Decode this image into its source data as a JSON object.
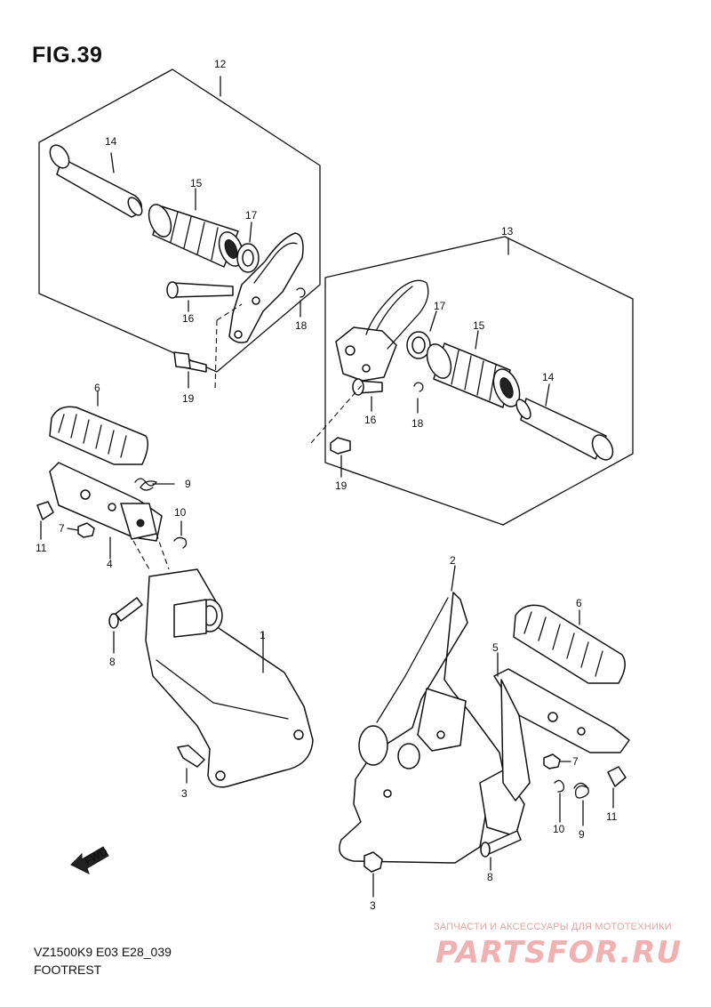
{
  "figure": {
    "title": "FIG.39",
    "code": "VZ1500K9 E03 E28_039",
    "caption": "FOOTREST"
  },
  "watermark": {
    "tagline": "ЗАПЧАСТИ И АКСЕССУАРЫ ДЛЯ МОТОТЕХНИКИ",
    "logo": "PARTSFOR.RU",
    "color": "#efb1b1"
  },
  "fwd_label": "FWD",
  "callouts": {
    "kit_left": "12",
    "kit_right": "13",
    "l_shaft": "14",
    "l_rubber": "15",
    "l_washer": "17",
    "l_pin": "16",
    "l_clip": "18",
    "l_bolt": "19",
    "r_washer": "17",
    "r_rubber": "15",
    "r_shaft": "14",
    "r_pin": "16",
    "r_clip": "18",
    "r_bolt": "19",
    "l_footrest_rubber": "6",
    "l_spring": "9",
    "l_stopper": "10",
    "l_ball": "11",
    "l_nut": "7",
    "l_footrest": "4",
    "l_pivot": "8",
    "l_bracket": "1",
    "l_bolt_3": "3",
    "r_bracket": "2",
    "r_footrest_rubber": "6",
    "r_footrest": "5",
    "r_nut": "7",
    "r_spring": "9",
    "r_stopper": "10",
    "r_ball": "11",
    "r_pivot": "8",
    "r_bolt_3": "3"
  }
}
